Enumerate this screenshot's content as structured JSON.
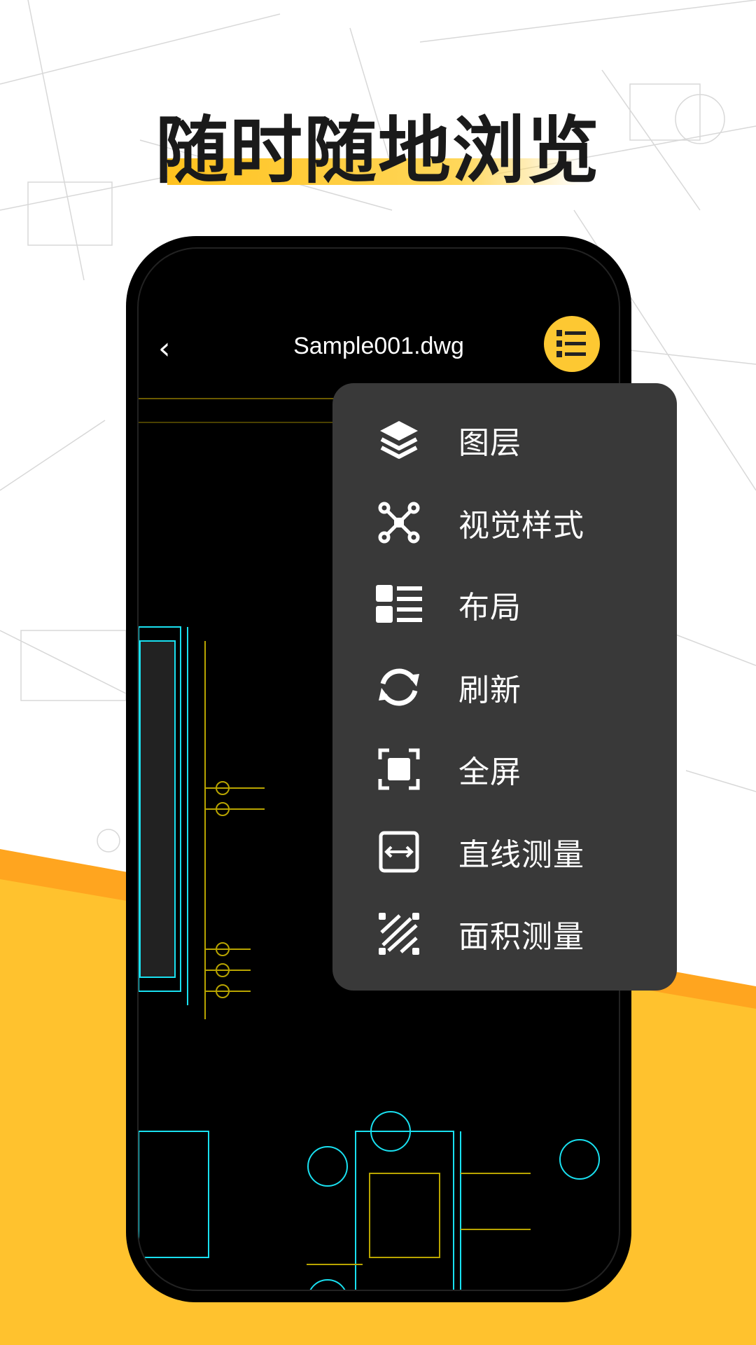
{
  "headline": "随时随地浏览",
  "colors": {
    "accent": "#fdc832",
    "popup_bg": "#393939",
    "cad_cyan": "#19e0f0",
    "cad_yellow": "#b8a400",
    "band_orange": "#ffa51f",
    "band_yellow": "#ffc22e"
  },
  "viewer": {
    "back_icon": "chevron-left-icon",
    "back_glyph": "‹",
    "file_name": "Sample001.dwg",
    "menu_icon": "list-icon"
  },
  "menu": {
    "items": [
      {
        "label": "图层",
        "icon": "layers-icon"
      },
      {
        "label": "视觉样式",
        "icon": "nodes-icon"
      },
      {
        "label": "布局",
        "icon": "layout-icon"
      },
      {
        "label": "刷新",
        "icon": "refresh-icon"
      },
      {
        "label": "全屏",
        "icon": "fullscreen-icon"
      },
      {
        "label": "直线测量",
        "icon": "linear-measure-icon"
      },
      {
        "label": "面积测量",
        "icon": "area-measure-icon"
      }
    ]
  }
}
